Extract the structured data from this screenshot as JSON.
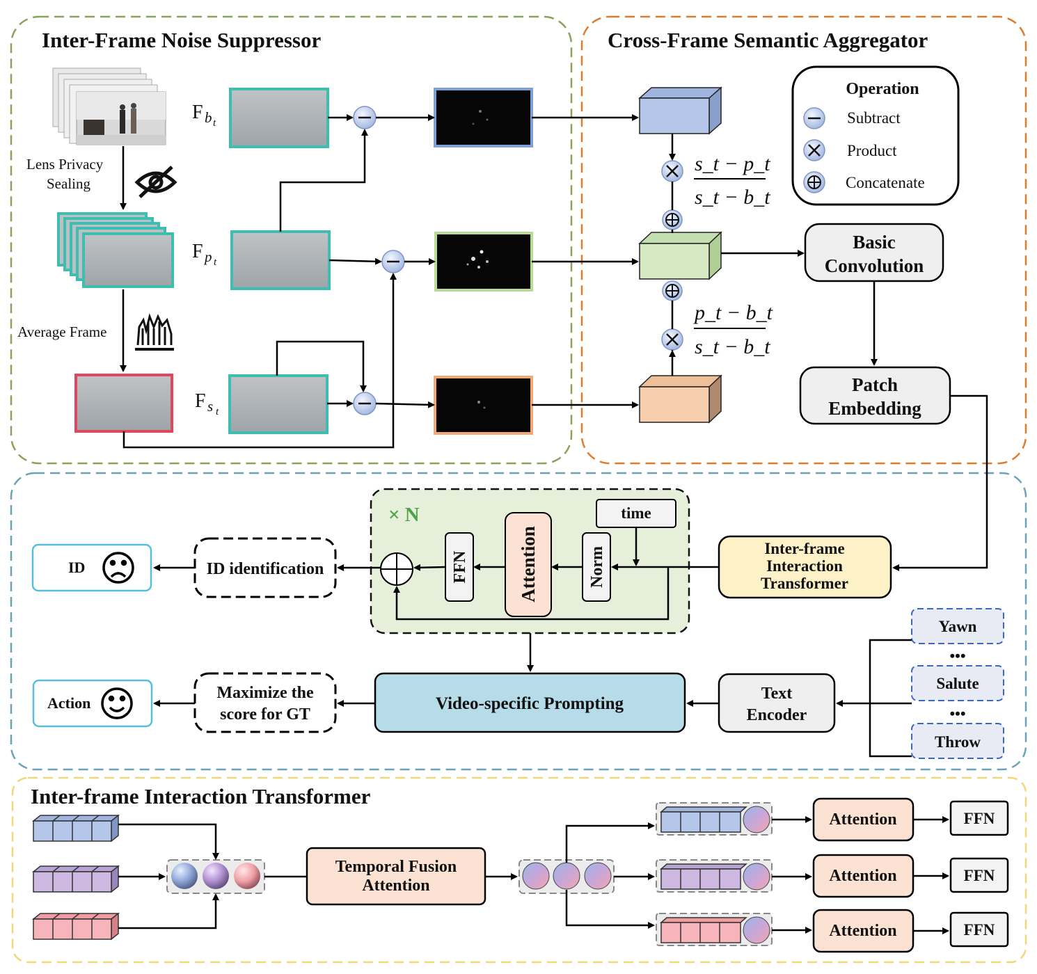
{
  "sections": {
    "noise_suppressor": "Inter-Frame Noise Suppressor",
    "semantic_aggregator": "Cross-Frame Semantic Aggregator",
    "transformer_detail": "Inter-frame Interaction Transformer"
  },
  "noise": {
    "lens_privacy_1": "Lens Privacy",
    "lens_privacy_2": "Sealing",
    "average_frame": "Average Frame",
    "fb": "F",
    "fb_sub": "b",
    "fb_subsub": "t",
    "fp": "F",
    "fp_sub": "p",
    "fp_subsub": "t",
    "fs": "F",
    "fs_sub": "s",
    "fs_subsub": "t"
  },
  "legend": {
    "title": "Operation",
    "subtract": "Subtract",
    "product": "Product",
    "concatenate": "Concatenate"
  },
  "aggregator": {
    "frac1_num": "s_t − p_t",
    "frac1_den": "s_t − b_t",
    "frac2_num": "p_t − b_t",
    "frac2_den": "s_t − b_t",
    "basic_conv_1": "Basic",
    "basic_conv_2": "Convolution",
    "patch_emb_1": "Patch",
    "patch_emb_2": "Embedding"
  },
  "middle": {
    "times_n": "× N",
    "time": "time",
    "attention": "Attention",
    "norm": "Norm",
    "ffn": "FFN",
    "iit_1": "Inter-frame",
    "iit_2": "Interaction",
    "iit_3": "Transformer",
    "id_identification": "ID identification",
    "id": "ID",
    "action": "Action",
    "maximize_1": "Maximize the",
    "maximize_2": "score for GT",
    "video_prompting": "Video-specific Prompting",
    "text_encoder_1": "Text",
    "text_encoder_2": "Encoder",
    "class_yawn": "Yawn",
    "class_salute": "Salute",
    "class_throw": "Throw",
    "dots": "•••"
  },
  "bottom": {
    "tfa_1": "Temporal Fusion",
    "tfa_2": "Attention",
    "attention": "Attention",
    "ffn": "FFN"
  },
  "colors": {
    "green_dash": "#8aa35a",
    "orange_dash": "#e07b2a",
    "teal_dash": "#6aa3b5",
    "yellow_dash": "#efd77a",
    "teal_frame": "#3cbfb0",
    "blue_cube": "#b4c7ea",
    "green_cube": "#d4e9c2",
    "peach_cube": "#f7cfae",
    "cyan_box": "#56bfe0",
    "prompt_fill": "#b6dce9",
    "iit_fill": "#fdf1c8",
    "attn_fill": "#fbe2d3"
  }
}
